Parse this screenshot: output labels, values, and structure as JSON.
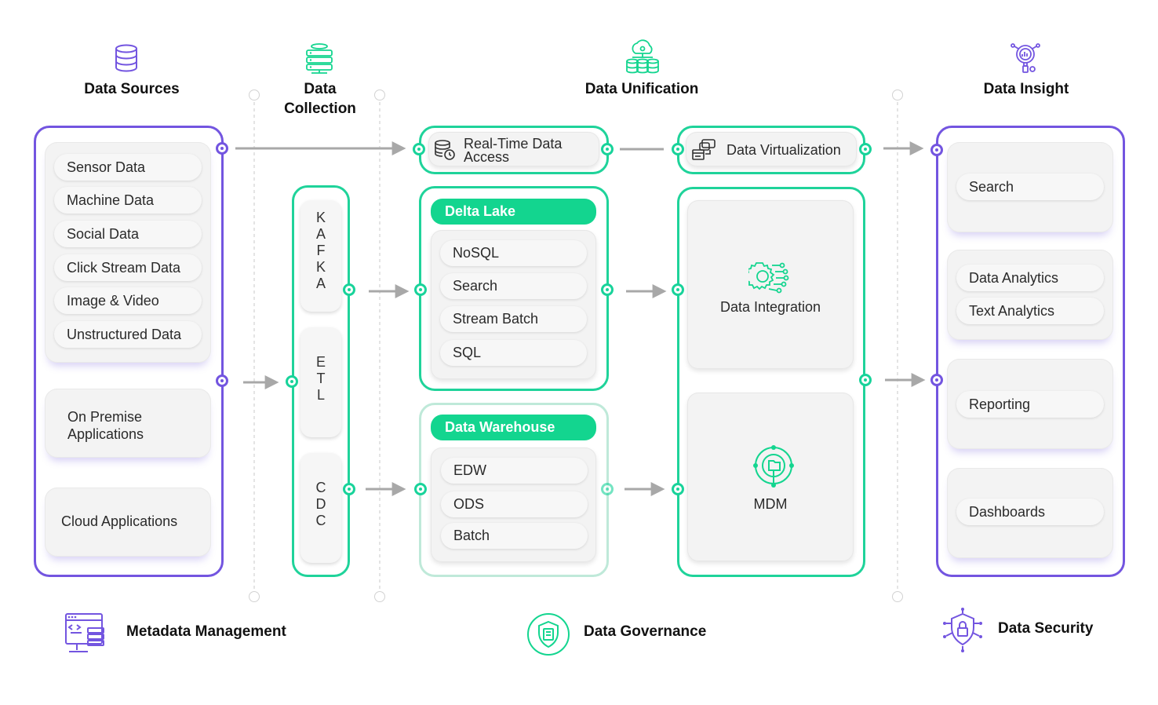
{
  "columns": {
    "data_sources": "Data Sources",
    "data_collection": "Data\nCollection",
    "data_unification": "Data Unification",
    "data_insight": "Data Insight"
  },
  "sources": {
    "group_items": [
      "Sensor Data",
      "Machine Data",
      "Social Data",
      "Click Stream Data",
      "Image & Video",
      "Unstructured Data"
    ],
    "on_premise": "On Premise\nApplications",
    "cloud": "Cloud Applications"
  },
  "collection": {
    "kafka": [
      "K",
      "A",
      "F",
      "K",
      "A"
    ],
    "etl": [
      "E",
      "T",
      "L"
    ],
    "cdc": [
      "C",
      "D",
      "C"
    ]
  },
  "storage": {
    "realtime": "Real-Time Data\nAccess",
    "delta_lake": {
      "title": "Delta Lake",
      "items": [
        "NoSQL",
        "Search",
        "Stream Batch",
        "SQL"
      ]
    },
    "data_warehouse": {
      "title": "Data Warehouse",
      "items": [
        "EDW",
        "ODS",
        "Batch"
      ]
    }
  },
  "unification": {
    "virtualization": "Data Virtualization",
    "integration": "Data Integration",
    "mdm": "MDM"
  },
  "insight": {
    "search": "Search",
    "analytics": [
      "Data Analytics",
      "Text Analytics"
    ],
    "reporting": "Reporting",
    "dashboards": "Dashboards"
  },
  "footer": {
    "metadata": "Metadata Management",
    "governance": "Data Governance",
    "security": "Data Security"
  },
  "colors": {
    "purple": "#7355e0",
    "green": "#13d58f",
    "arrow": "#a8a8a8"
  },
  "icons": [
    "database-icon",
    "server-stack-icon",
    "cloud-database-icon",
    "insight-analytics-icon",
    "code-monitor-icon",
    "shield-document-icon",
    "shield-lock-icon",
    "gear-circuit-icon",
    "mdm-network-icon",
    "clock-database-icon",
    "data-virtualization-icon"
  ]
}
